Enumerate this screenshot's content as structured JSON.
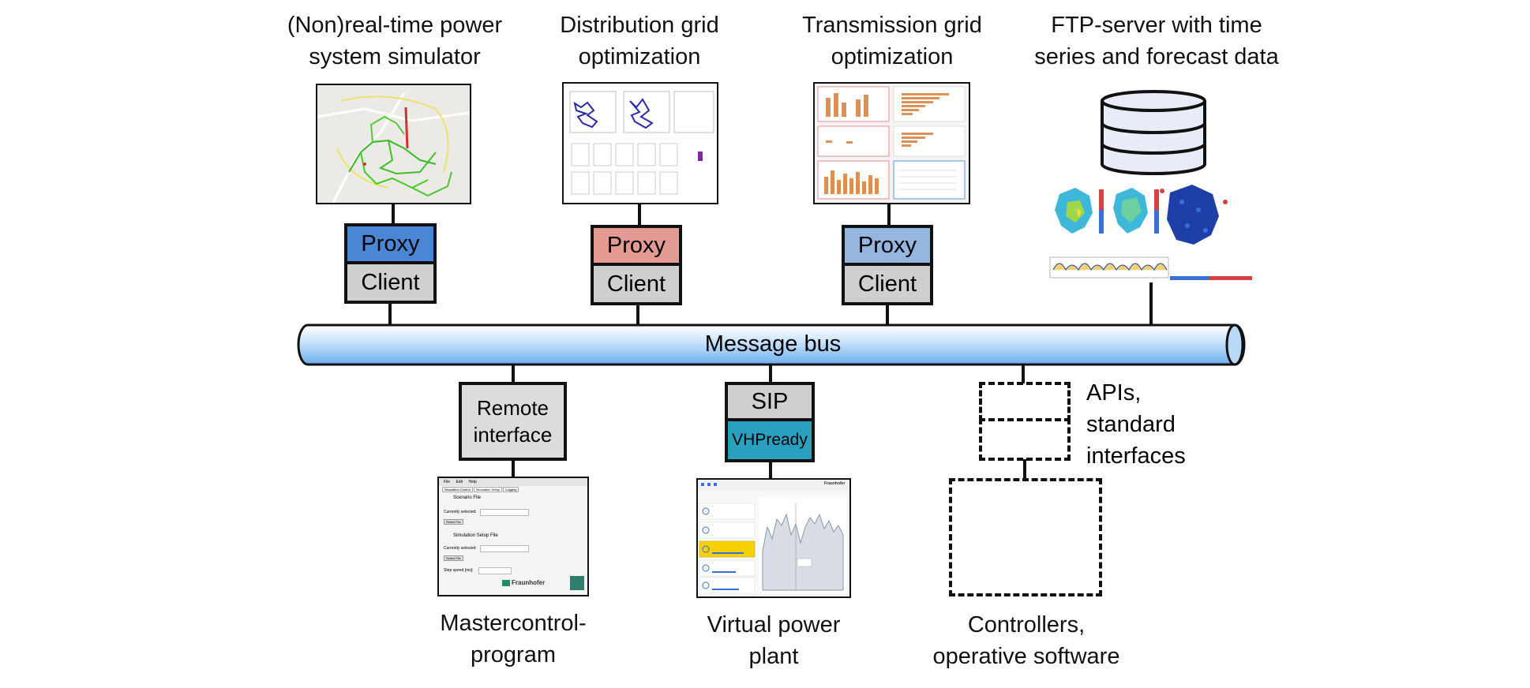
{
  "top_components": [
    {
      "title_line1": "(Non)real-time power",
      "title_line2": "system simulator",
      "proxy_label": "Proxy",
      "client_label": "Client",
      "proxy_color": "#4a86d4"
    },
    {
      "title_line1": "Distribution grid",
      "title_line2": "optimization",
      "proxy_label": "Proxy",
      "client_label": "Client",
      "proxy_color": "#e39a93"
    },
    {
      "title_line1": "Transmission grid",
      "title_line2": "optimization",
      "proxy_label": "Proxy",
      "client_label": "Client",
      "proxy_color": "#94b6df"
    },
    {
      "title_line1": "FTP-server with time",
      "title_line2": "series and forecast data"
    }
  ],
  "bus": {
    "label": "Message bus",
    "color_top": "#e8f1ff",
    "color_mid": "#79b6f2"
  },
  "bottom_components": {
    "remote": {
      "line1": "Remote",
      "line2": "interface",
      "caption_line1": "Mastercontrol-",
      "caption_line2": "program"
    },
    "vpp": {
      "sip_label": "SIP",
      "vhp_label": "VHPready",
      "vhp_color": "#2b9fbf",
      "caption_line1": "Virtual power",
      "caption_line2": "plant"
    },
    "apis": {
      "label_line1": "APIs,",
      "label_line2": "standard",
      "label_line3": "interfaces",
      "caption_line1": "Controllers,",
      "caption_line2": "operative software"
    }
  },
  "screens": {
    "master": {
      "menu": [
        "File",
        "Edit",
        "Help"
      ],
      "tabs": [
        "Simulation Control",
        "Simulation Setup",
        "Logging"
      ],
      "scenario_heading": "Scenario File",
      "currently_selected": "Currently selected:",
      "select_file": "Select File",
      "setup_heading": "Simulation Setup File",
      "step_speed": "Step speed [ms]:",
      "logo": "Fraunhofer"
    },
    "vpp": {
      "logo": "Fraunhofer"
    }
  }
}
